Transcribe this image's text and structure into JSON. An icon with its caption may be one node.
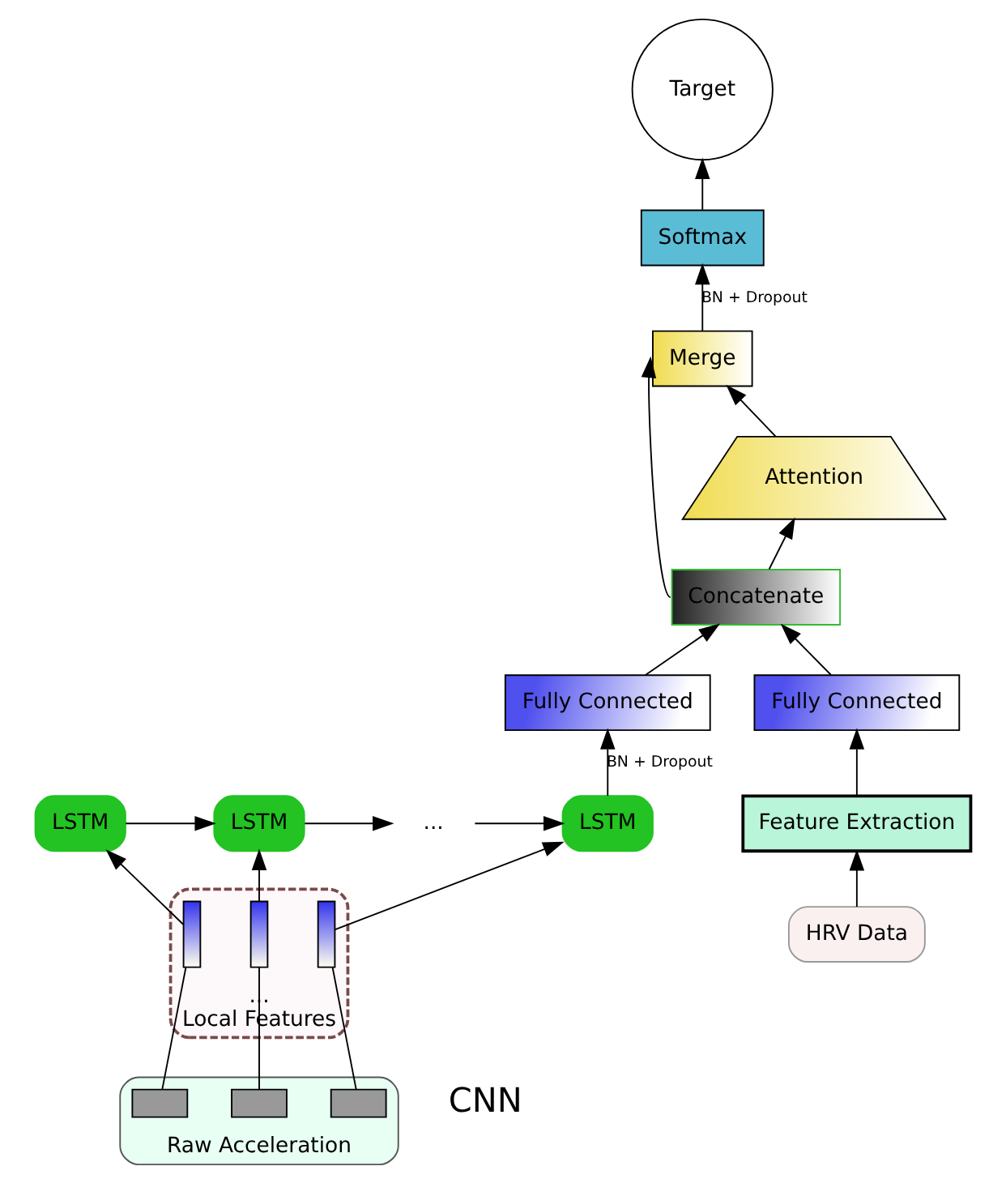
{
  "diagram": {
    "nodes": [
      {
        "text": [
          "Target"
        ]
      },
      {
        "text": [
          "Softmax"
        ]
      },
      {
        "text": [
          "Merge"
        ]
      },
      {
        "text": [
          "Attention"
        ]
      },
      {
        "text": [
          "Concatenate"
        ]
      },
      {
        "text": [
          "Fully Connected"
        ]
      },
      {
        "text": [
          "Fully Connected"
        ]
      },
      {
        "text": [
          "LSTM"
        ]
      },
      {
        "text": [
          "LSTM"
        ]
      },
      {
        "text": [
          "..."
        ]
      },
      {
        "text": [
          "LSTM"
        ]
      },
      {
        "text": [
          "Feature Extraction"
        ]
      },
      {
        "text": [
          "...",
          "Local Features"
        ]
      },
      {
        "text": [],
        "shape": "bar",
        "in": 12
      },
      {
        "text": [],
        "shape": "bar",
        "in": 12
      },
      {
        "text": [],
        "shape": "bar",
        "in": 12
      },
      {
        "text": [
          "Raw Acceleration"
        ]
      },
      {
        "text": [],
        "shape": "box",
        "in": 16
      },
      {
        "text": [],
        "shape": "box",
        "in": 16
      },
      {
        "text": [],
        "shape": "box",
        "in": 16
      },
      {
        "text": [
          "HRV Data"
        ]
      }
    ],
    "edges": [
      {
        "from": 1,
        "to": 0,
        "arrow": "to"
      },
      {
        "from": 2,
        "to": 1,
        "arrow": "to",
        "label": "BN + Dropout"
      },
      {
        "from": 3,
        "to": 2,
        "arrow": "to"
      },
      {
        "from": 4,
        "to": 3,
        "arrow": "to"
      },
      {
        "from": 4,
        "to": 2,
        "arrow": "to"
      },
      {
        "from": 5,
        "to": 4,
        "arrow": "to"
      },
      {
        "from": 6,
        "to": 4,
        "arrow": "to"
      },
      {
        "from": 10,
        "to": 5,
        "arrow": "to",
        "label": "BN + Dropout"
      },
      {
        "from": 11,
        "to": 6,
        "arrow": "to"
      },
      {
        "from": 20,
        "to": 11,
        "arrow": "to"
      },
      {
        "from": 7,
        "to": 8,
        "arrow": "to"
      },
      {
        "from": 8,
        "to": 9,
        "arrow": "to"
      },
      {
        "from": 9,
        "to": 10,
        "arrow": "to"
      },
      {
        "from": 13,
        "to": 7,
        "arrow": "to"
      },
      {
        "from": 14,
        "to": 8,
        "arrow": "to"
      },
      {
        "from": 15,
        "to": 10,
        "arrow": "to"
      },
      {
        "from": 17,
        "to": 13,
        "arrow": "none"
      },
      {
        "from": 18,
        "to": 14,
        "arrow": "none"
      },
      {
        "from": 19,
        "to": 15,
        "arrow": "none"
      }
    ],
    "labels": [
      "CNN"
    ]
  }
}
